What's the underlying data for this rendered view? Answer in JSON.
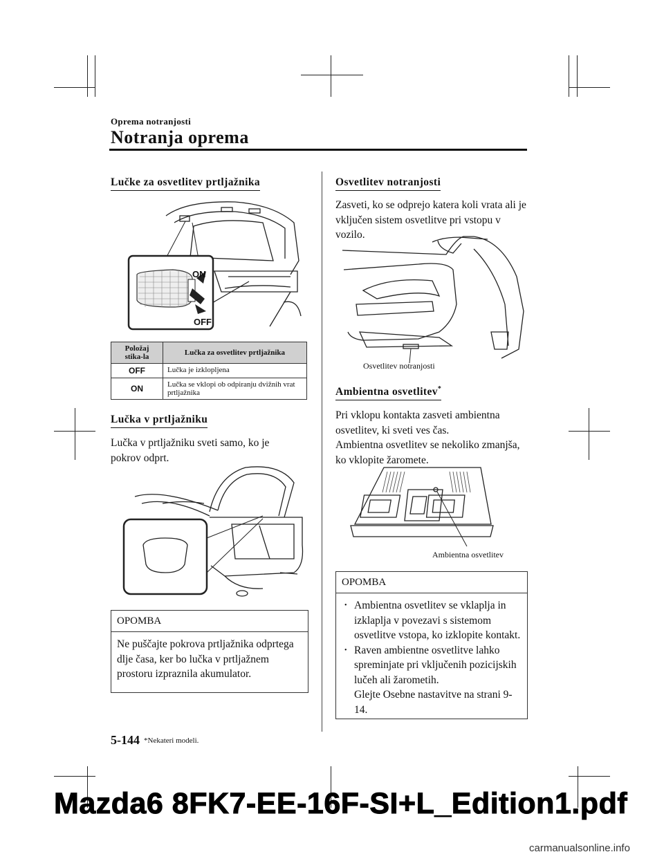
{
  "header": {
    "section": "Oprema notranjosti",
    "title": "Notranja oprema"
  },
  "left": {
    "trunk_lamps_title": "Lučke za osvetlitev prtljažnika",
    "switch_labels": {
      "on": "ON",
      "off": "OFF"
    },
    "table": {
      "col1": "Položaj stika-la",
      "col2": "Lučka za osvetlitev prtljažnika",
      "rows": [
        {
          "pos": "OFF",
          "desc": "Lučka je izklopljena"
        },
        {
          "pos": "ON",
          "desc": "Lučka se vklopi ob odpiranju dvižnih vrat prtljažnika"
        }
      ]
    },
    "trunk_lamp_title": "Lučka v prtljažniku",
    "trunk_lamp_text": "Lučka v prtljažniku sveti samo, ko je pokrov odprt.",
    "note": {
      "heading": "OPOMBA",
      "text": "Ne puščajte pokrova prtljažnika odprtega dlje časa, ker bo lučka v prtljažnem prostoru izpraznila akumulator."
    }
  },
  "right": {
    "interior_title": "Osvetlitev notranjosti",
    "interior_text": "Zasveti, ko se odprejo katera koli vrata ali je vključen sistem osvetlitve pri vstopu v vozilo.",
    "interior_caption": "Osvetlitev notranjosti",
    "ambient_title": "Ambientna osvetlitev",
    "ambient_star": "*",
    "ambient_text_1": "Pri vklopu kontakta zasveti ambientna osvetlitev, ki sveti ves čas.",
    "ambient_text_2": "Ambientna osvetlitev se nekoliko zmanjša, ko vklopite žaromete.",
    "ambient_caption": "Ambientna osvetlitev",
    "note": {
      "heading": "OPOMBA",
      "bullet_1": "Ambientna osvetlitev se vklaplja in izklaplja v povezavi s sistemom osvetlitve vstopa, ko izklopite kontakt.",
      "bullet_2": "Raven ambientne osvetlitve lahko spreminjate pri vključenih pozicijskih lučeh ali žarometih.",
      "bullet_2b": "Glejte Osebne nastavitve na strani 9-14."
    }
  },
  "footer": {
    "page": "5-144",
    "footnote": "*Nekateri modeli.",
    "filename": "Mazda6 8FK7-EE-16F-SI+L_Edition1.pdf",
    "site": "carmanualsonline.info"
  }
}
